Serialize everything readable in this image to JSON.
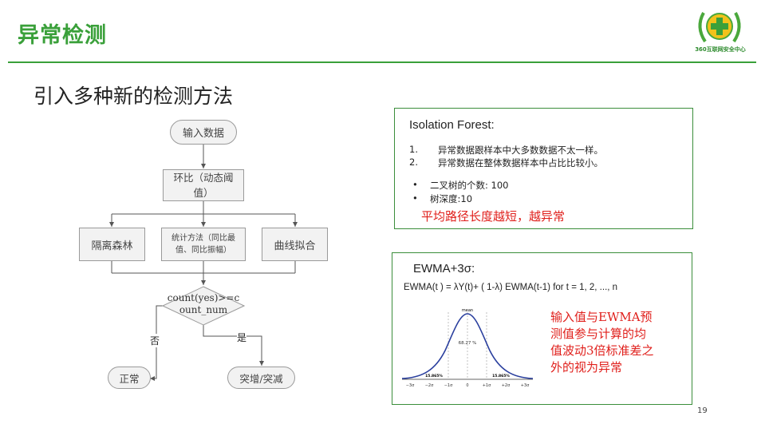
{
  "slide": {
    "title": "异常检测",
    "subtitle": "引入多种新的检测方法",
    "page_number": "19",
    "logo_text": "360互联网安全中心"
  },
  "flowchart": {
    "start": "输入数据",
    "step1_line1": "环比（动态阈",
    "step1_line2": "值）",
    "branch_left": "隔离森林",
    "branch_mid_line1": "统计方法（同比最",
    "branch_mid_line2": "值、同比振幅）",
    "branch_right": "曲线拟合",
    "decision_line1": "count(yes)>=c",
    "decision_line2": "ount_num",
    "no_label": "否",
    "yes_label": "是",
    "normal": "正常",
    "surge": "突增/突减"
  },
  "isolation_forest": {
    "title": "Isolation Forest:",
    "numbered": [
      {
        "marker": "1.",
        "text": "异常数据跟样本中大多数数据不太一样。"
      },
      {
        "marker": "2.",
        "text": "异常数据在整体数据样本中占比比较小。"
      }
    ],
    "bullets": [
      {
        "marker": "•",
        "text": "二叉树的个数: 100"
      },
      {
        "marker": "•",
        "text": "树深度:10"
      }
    ],
    "highlight": "平均路径长度越短，越异常"
  },
  "ewma": {
    "title": "EWMA+3σ:",
    "formula": "EWMA(t ) = λY(t)+ ( 1-λ)  EWMA(t-1) for t = 1, 2, ..., n",
    "note_lines": [
      "输入值与EWMA预",
      "测值参与计算的均",
      "值波动3倍标准差之",
      "外的视为异常"
    ],
    "chart_labels": {
      "mean": "mean",
      "center_pct": "68.27 %",
      "left_pct": "15.865%",
      "right_pct": "15.865%",
      "ticks": [
        "−3σ",
        "−2σ",
        "−1σ",
        "0",
        "+1σ",
        "+2σ",
        "+3σ"
      ]
    }
  },
  "colors": {
    "accent_green": "#3aa03a",
    "panel_border": "#3b8e3b",
    "highlight_red": "#e0201c",
    "curve_blue": "#2a3f9e"
  }
}
